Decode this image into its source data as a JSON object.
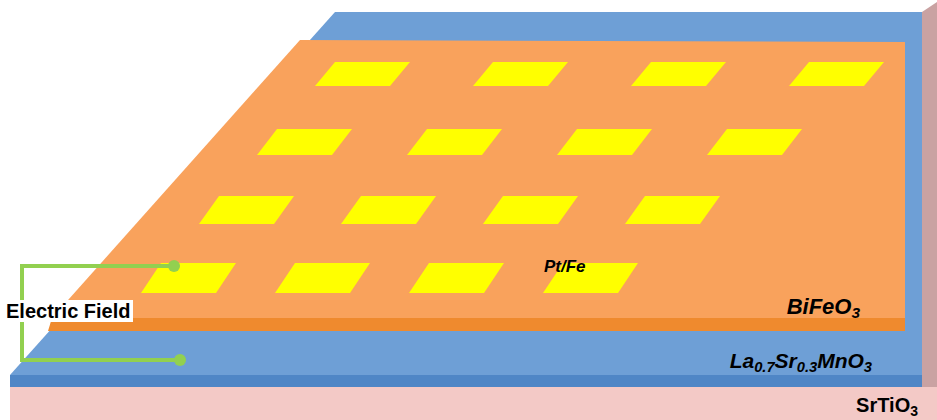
{
  "diagram": {
    "nodes": [
      {
        "text": [
          "BiFeO3"
        ]
      },
      {
        "text": [
          "La0.7Sr0.3MnO3"
        ]
      },
      {
        "text": [
          "SrTiO3"
        ]
      }
    ],
    "labels": [
      "Pt/Fe",
      "Electric Field"
    ]
  }
}
